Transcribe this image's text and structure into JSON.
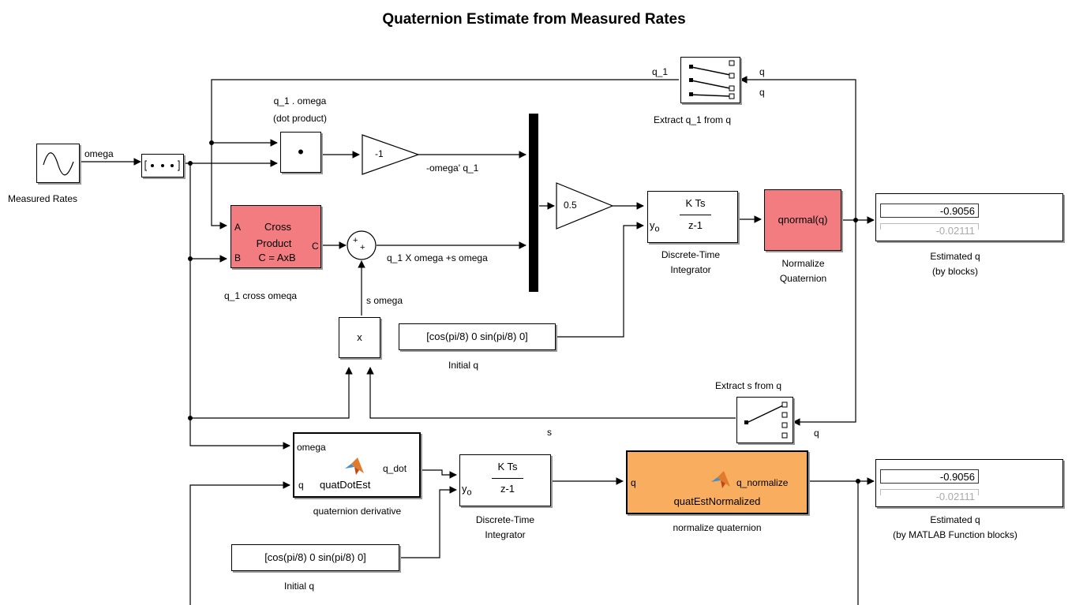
{
  "title": "Quaternion Estimate from Measured Rates",
  "sources": {
    "measured_rates": "Measured Rates",
    "omega_signal": "omega"
  },
  "dot_product": {
    "label1": "q_1 . omega",
    "label2": "(dot product)",
    "symbol": "•"
  },
  "gain_neg": {
    "value": "-1",
    "out_label": "-omega' q_1"
  },
  "cross": {
    "title1": "Cross",
    "title2": "Product",
    "formula": "C = AxB",
    "port_a": "A",
    "port_b": "B",
    "port_c": "C",
    "caption": "q_1 cross omeqa"
  },
  "sum": {
    "plus1": "+",
    "plus2": "+",
    "out_label": "q_1 X omega +s omega",
    "in_label": "s omega"
  },
  "mult": {
    "symbol": "x"
  },
  "gain_half": {
    "value": "0.5"
  },
  "initial_q_top": {
    "value": "[cos(pi/8) 0 sin(pi/8) 0]",
    "caption": "Initial q"
  },
  "integrator_top": {
    "num": "K Ts",
    "den": "z-1",
    "port": "y",
    "sub": "o",
    "caption1": "Discrete-Time",
    "caption2": "Integrator"
  },
  "normalize_top": {
    "label": "qnormal(q)",
    "caption1": "Normalize",
    "caption2": "Quaternion"
  },
  "display_top": {
    "value": "-0.9056",
    "value2": "-0.02111",
    "caption1": "Estimated q",
    "caption2": "(by blocks)"
  },
  "extract_q1": {
    "caption": "Extract q_1 from q",
    "out_label": "q_1",
    "in_label1": "q",
    "in_label2": "q"
  },
  "extract_s": {
    "caption": "Extract s from q",
    "in_label": "q",
    "out_label": "s"
  },
  "quat_deriv": {
    "name": "quatDotEst",
    "in1": "omega",
    "in2": "q",
    "out": "q_dot",
    "caption": "quaternion derivative"
  },
  "integrator_bottom": {
    "num": "K Ts",
    "den": "z-1",
    "port": "y",
    "sub": "o",
    "caption1": "Discrete-Time",
    "caption2": "Integrator"
  },
  "initial_q_bottom": {
    "value": "[cos(pi/8) 0 sin(pi/8) 0]",
    "caption": "Initial q"
  },
  "quat_norm": {
    "name": "quatEstNormalized",
    "in": "q",
    "out": "q_normalize",
    "caption": "normalize quaternion"
  },
  "display_bottom": {
    "value": "-0.9056",
    "value2": "-0.02111",
    "caption1": "Estimated q",
    "caption2": "(by MATLAB Function blocks)"
  },
  "colors": {
    "pink_block": "#f27c80",
    "orange_block": "#f8ae5e",
    "wire": "#000000"
  },
  "icons": [
    "sine-wave-icon",
    "matlab-logo-icon",
    "selector-icon"
  ]
}
